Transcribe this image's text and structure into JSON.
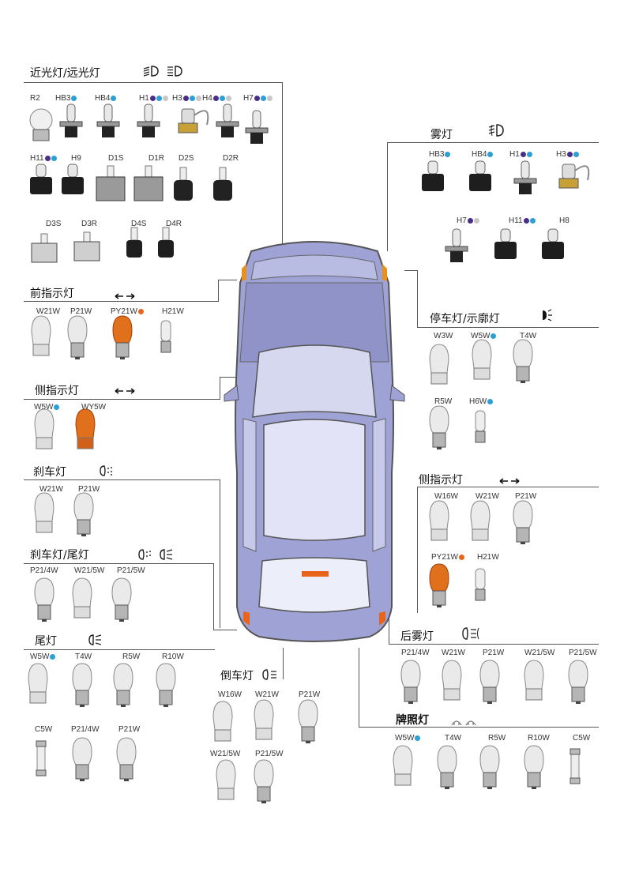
{
  "colors": {
    "blue": "#2aa0d6",
    "purple": "#4a2d87",
    "grey": "#c7c7c7",
    "orange": "#e8631c",
    "car": "#9b9fd0",
    "line": "#555555"
  },
  "sections": {
    "headlight": {
      "title": "近光灯/远光灯",
      "items": [
        "R2",
        "HB3",
        "HB4",
        "H1",
        "H3",
        "H4",
        "H7",
        "H11",
        "H9",
        "D1S",
        "D1R",
        "D2S",
        "D2R",
        "D3S",
        "D3R",
        "D4S",
        "D4R"
      ]
    },
    "fog": {
      "title": "雾灯",
      "items": [
        "HB3",
        "HB4",
        "H1",
        "H3",
        "H7",
        "H11",
        "H8"
      ]
    },
    "front_turn": {
      "title": "前指示灯",
      "items": [
        "W21W",
        "P21W",
        "PY21W",
        "H21W"
      ]
    },
    "parking": {
      "title": "停车灯/示廓灯",
      "items": [
        "W3W",
        "W5W",
        "T4W",
        "R5W",
        "H6W"
      ]
    },
    "side_turn_left": {
      "title": "侧指示灯",
      "items": [
        "W5W",
        "WY5W"
      ]
    },
    "side_turn_right": {
      "title": "侧指示灯",
      "items": [
        "W16W",
        "W21W",
        "P21W",
        "PY21W",
        "H21W"
      ]
    },
    "brake": {
      "title": "刹车灯",
      "items": [
        "W21W",
        "P21W"
      ]
    },
    "brake_tail": {
      "title": "刹车灯/尾灯",
      "items": [
        "P21/4W",
        "W21/5W",
        "P21/5W"
      ]
    },
    "rear_fog": {
      "title": "后雾灯",
      "items": [
        "P21/4W",
        "W21W",
        "P21W",
        "W21/5W",
        "P21/5W"
      ]
    },
    "tail": {
      "title": "尾灯",
      "items": [
        "W5W",
        "T4W",
        "R5W",
        "R10W",
        "C5W",
        "P21/4W",
        "P21W"
      ]
    },
    "reverse": {
      "title": "倒车灯",
      "items": [
        "W16W",
        "W21W",
        "P21W",
        "W21/5W",
        "P21/5W"
      ]
    },
    "license": {
      "title": "牌照灯",
      "items": [
        "W5W",
        "T4W",
        "R5W",
        "R10W",
        "C5W"
      ]
    }
  }
}
